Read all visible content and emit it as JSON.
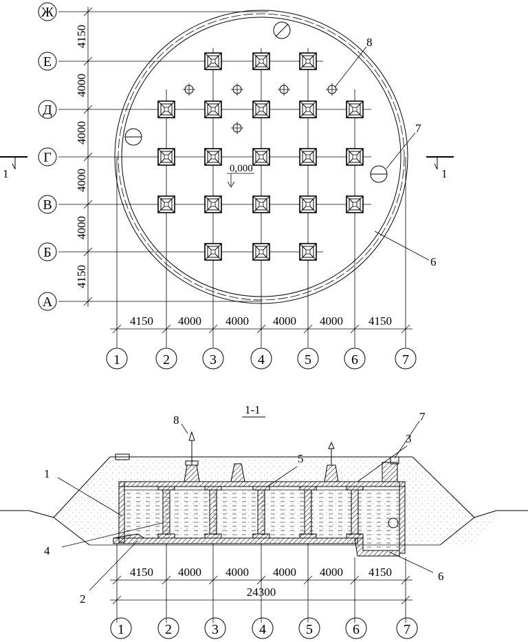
{
  "plan": {
    "row_axes": [
      "Ж",
      "Е",
      "Д",
      "Г",
      "В",
      "Б",
      "А"
    ],
    "row_dims": [
      "4150",
      "4000",
      "4000",
      "4000",
      "4000",
      "4150"
    ],
    "col_axes": [
      "1",
      "2",
      "3",
      "4",
      "5",
      "6",
      "7"
    ],
    "col_dims": [
      "4150",
      "4000",
      "4000",
      "4000",
      "4000",
      "4150"
    ],
    "elevation": "0,000",
    "section_mark_left": "1",
    "section_mark_right": "1",
    "callouts": {
      "c8": "8",
      "c7": "7",
      "c6": "6"
    }
  },
  "section": {
    "title": "1-1",
    "col_dims": [
      "4150",
      "4000",
      "4000",
      "4000",
      "4000",
      "4150"
    ],
    "total": "24300",
    "col_axes": [
      "1",
      "2",
      "3",
      "4",
      "5",
      "6",
      "7"
    ],
    "callouts": {
      "c1": "1",
      "c2": "2",
      "c3": "3",
      "c4": "4",
      "c5": "5",
      "c6": "6",
      "c7": "7",
      "c8": "8"
    }
  },
  "colors": {
    "line": "#000000",
    "fill_soil": "#f4f4f4",
    "hatch": "#000000"
  }
}
